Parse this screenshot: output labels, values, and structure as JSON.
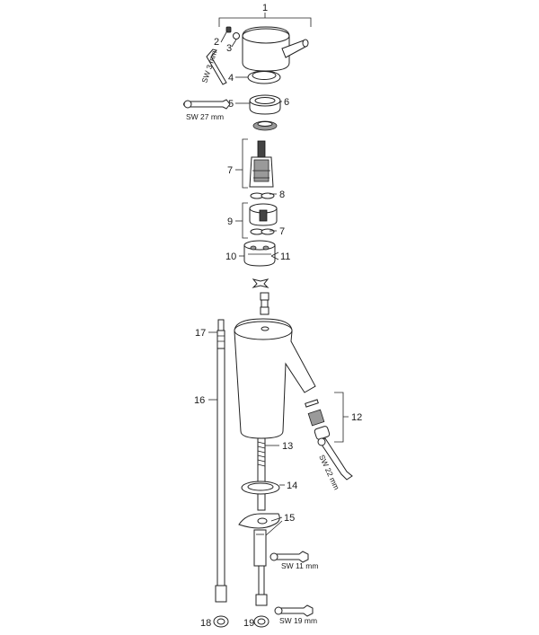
{
  "labels": {
    "p1": "1",
    "p2": "2",
    "p3": "3",
    "p4": "4",
    "p5": "5",
    "p6": "6",
    "p7a": "7",
    "p7b": "7",
    "p8": "8",
    "p9": "9",
    "p10": "10",
    "p11": "11",
    "p12": "12",
    "p13": "13",
    "p14": "14",
    "p15": "15",
    "p16": "16",
    "p17": "17",
    "p18": "18",
    "p19": "19"
  },
  "tools": {
    "sw3": "SW 3 mm",
    "sw27": "SW 27 mm",
    "sw22": "SW 22 mm",
    "sw11": "SW 11 mm",
    "sw19": "SW 19 mm"
  }
}
